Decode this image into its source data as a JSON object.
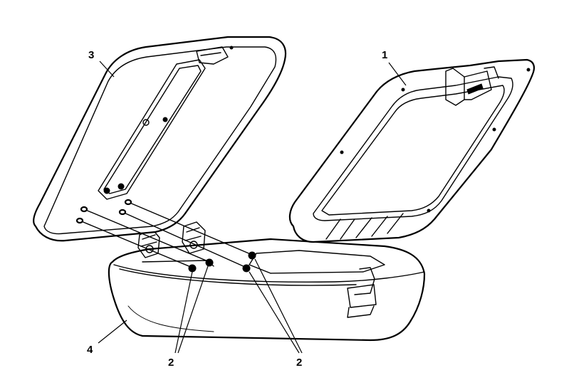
{
  "callouts": {
    "cover_outer": "1",
    "bolts_left": "2",
    "bolts_right": "2",
    "cover_inner": "3",
    "base": "4"
  },
  "colors": {
    "line": "#000000",
    "fill": "#ffffff"
  }
}
